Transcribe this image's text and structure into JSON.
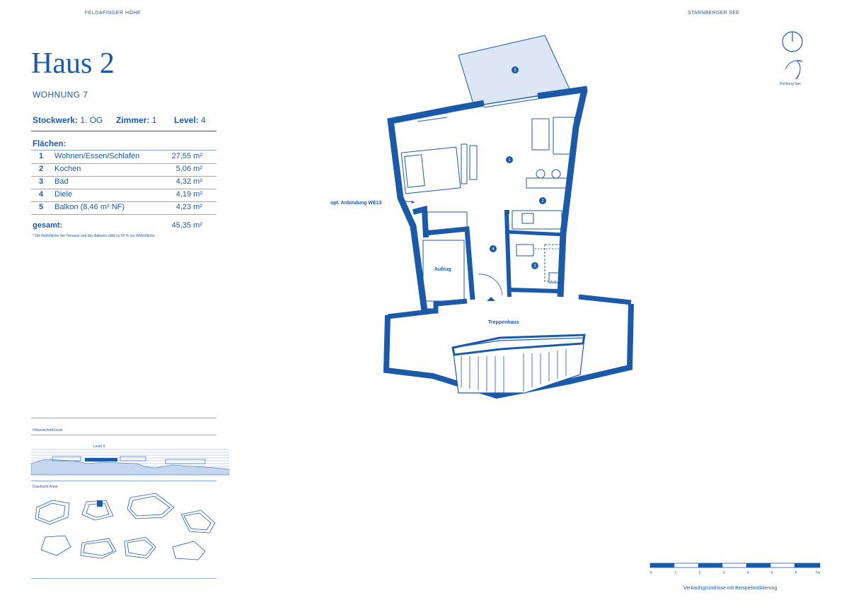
{
  "header": {
    "brand_left": "FELDAFINGER HÖHE",
    "brand_right": "STARNBERGER SEE"
  },
  "title": "Haus 2",
  "unit": "WOHNUNG 7",
  "meta": {
    "floor_label": "Stockwerk:",
    "floor_value": "1. OG",
    "rooms_label": "Zimmer:",
    "rooms_value": "1",
    "level_label": "Level:",
    "level_value": "4"
  },
  "areas": {
    "title": "Flächen:",
    "rows": [
      {
        "n": "1",
        "label": "Wohnen/Essen/Schlafen",
        "value": "27,55 m²"
      },
      {
        "n": "2",
        "label": "Kochen",
        "value": "5,06 m²"
      },
      {
        "n": "3",
        "label": "Bad",
        "value": "4,32 m²"
      },
      {
        "n": "4",
        "label": "Diele",
        "value": "4,19 m²"
      },
      {
        "n": "5",
        "label": "Balkon (8,46 m² NF)",
        "value": "4,23 m²"
      }
    ],
    "total_label": "gesamt:",
    "total_value": "45,35 m²",
    "footnote": "* Die Nettofläche der Terrasse und des Balkons zählt zu 50 % zur Wohnfläche."
  },
  "section": {
    "label": "Höhenschnitt/Level",
    "level_tag": "Level 4"
  },
  "topview": {
    "label": "Draufsicht Areal"
  },
  "plan": {
    "connection_label": "opt. Anbindung WE13",
    "elevator_label": "Aufzug",
    "stair_label": "Treppenhaus",
    "room_numbers": [
      "1",
      "2",
      "3",
      "4",
      "5"
    ]
  },
  "compass": {
    "label": "Richtung See"
  },
  "scale": {
    "ticks": [
      "0",
      "1",
      "2",
      "3",
      "4",
      "5",
      "6",
      "7m"
    ],
    "caption": "Verkaufsgrundrisse mit Beispielmöblierung"
  },
  "colors": {
    "accent": "#1a5aa8",
    "tint": "#dce6f4",
    "line": "#8aa8d6"
  }
}
